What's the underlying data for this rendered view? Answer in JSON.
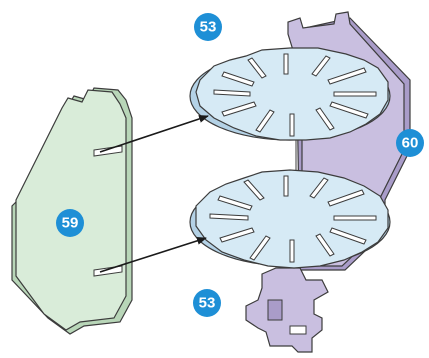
{
  "callouts": {
    "top_part": "53",
    "bottom_part": "53",
    "back_panel": "60",
    "left_panel": "59"
  },
  "colors": {
    "callout_fill": "#1e8fd6",
    "left_panel_face": "#d9ecd9",
    "left_panel_edge": "#b8d6b8",
    "back_panel_face": "#c9bfe0",
    "back_panel_edge": "#a99cc9",
    "gear_face": "#d6eaf5",
    "gear_edge": "#b4d2e6",
    "outline": "#3c3c3c",
    "arrow": "#1a1a1a"
  }
}
